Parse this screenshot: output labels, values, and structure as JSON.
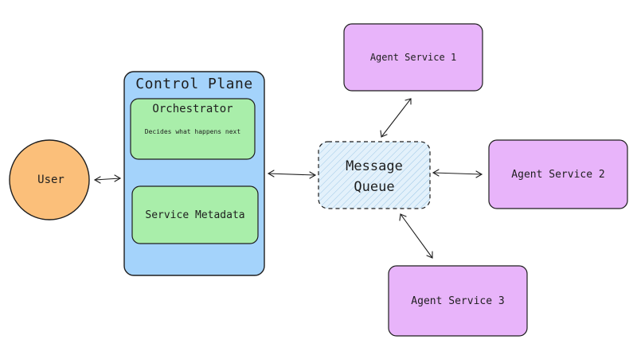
{
  "nodes": {
    "user": {
      "label": "User"
    },
    "control_plane": {
      "title": "Control Plane"
    },
    "orchestrator": {
      "title": "Orchestrator",
      "subtitle": "Decides what happens next"
    },
    "service_metadata": {
      "label": "Service Metadata"
    },
    "message_queue": {
      "line1": "Message",
      "line2": "Queue"
    },
    "agent_service_1": {
      "label": "Agent Service 1"
    },
    "agent_service_2": {
      "label": "Agent Service 2"
    },
    "agent_service_3": {
      "label": "Agent Service 3"
    }
  },
  "colors": {
    "user_fill": "#fbbf7a",
    "control_plane_fill": "#a4d3fb",
    "inner_box_fill": "#a9eeaa",
    "agent_fill": "#e8b4fa",
    "queue_fill": "#e3f1fb",
    "stroke": "#1e1e1e"
  }
}
